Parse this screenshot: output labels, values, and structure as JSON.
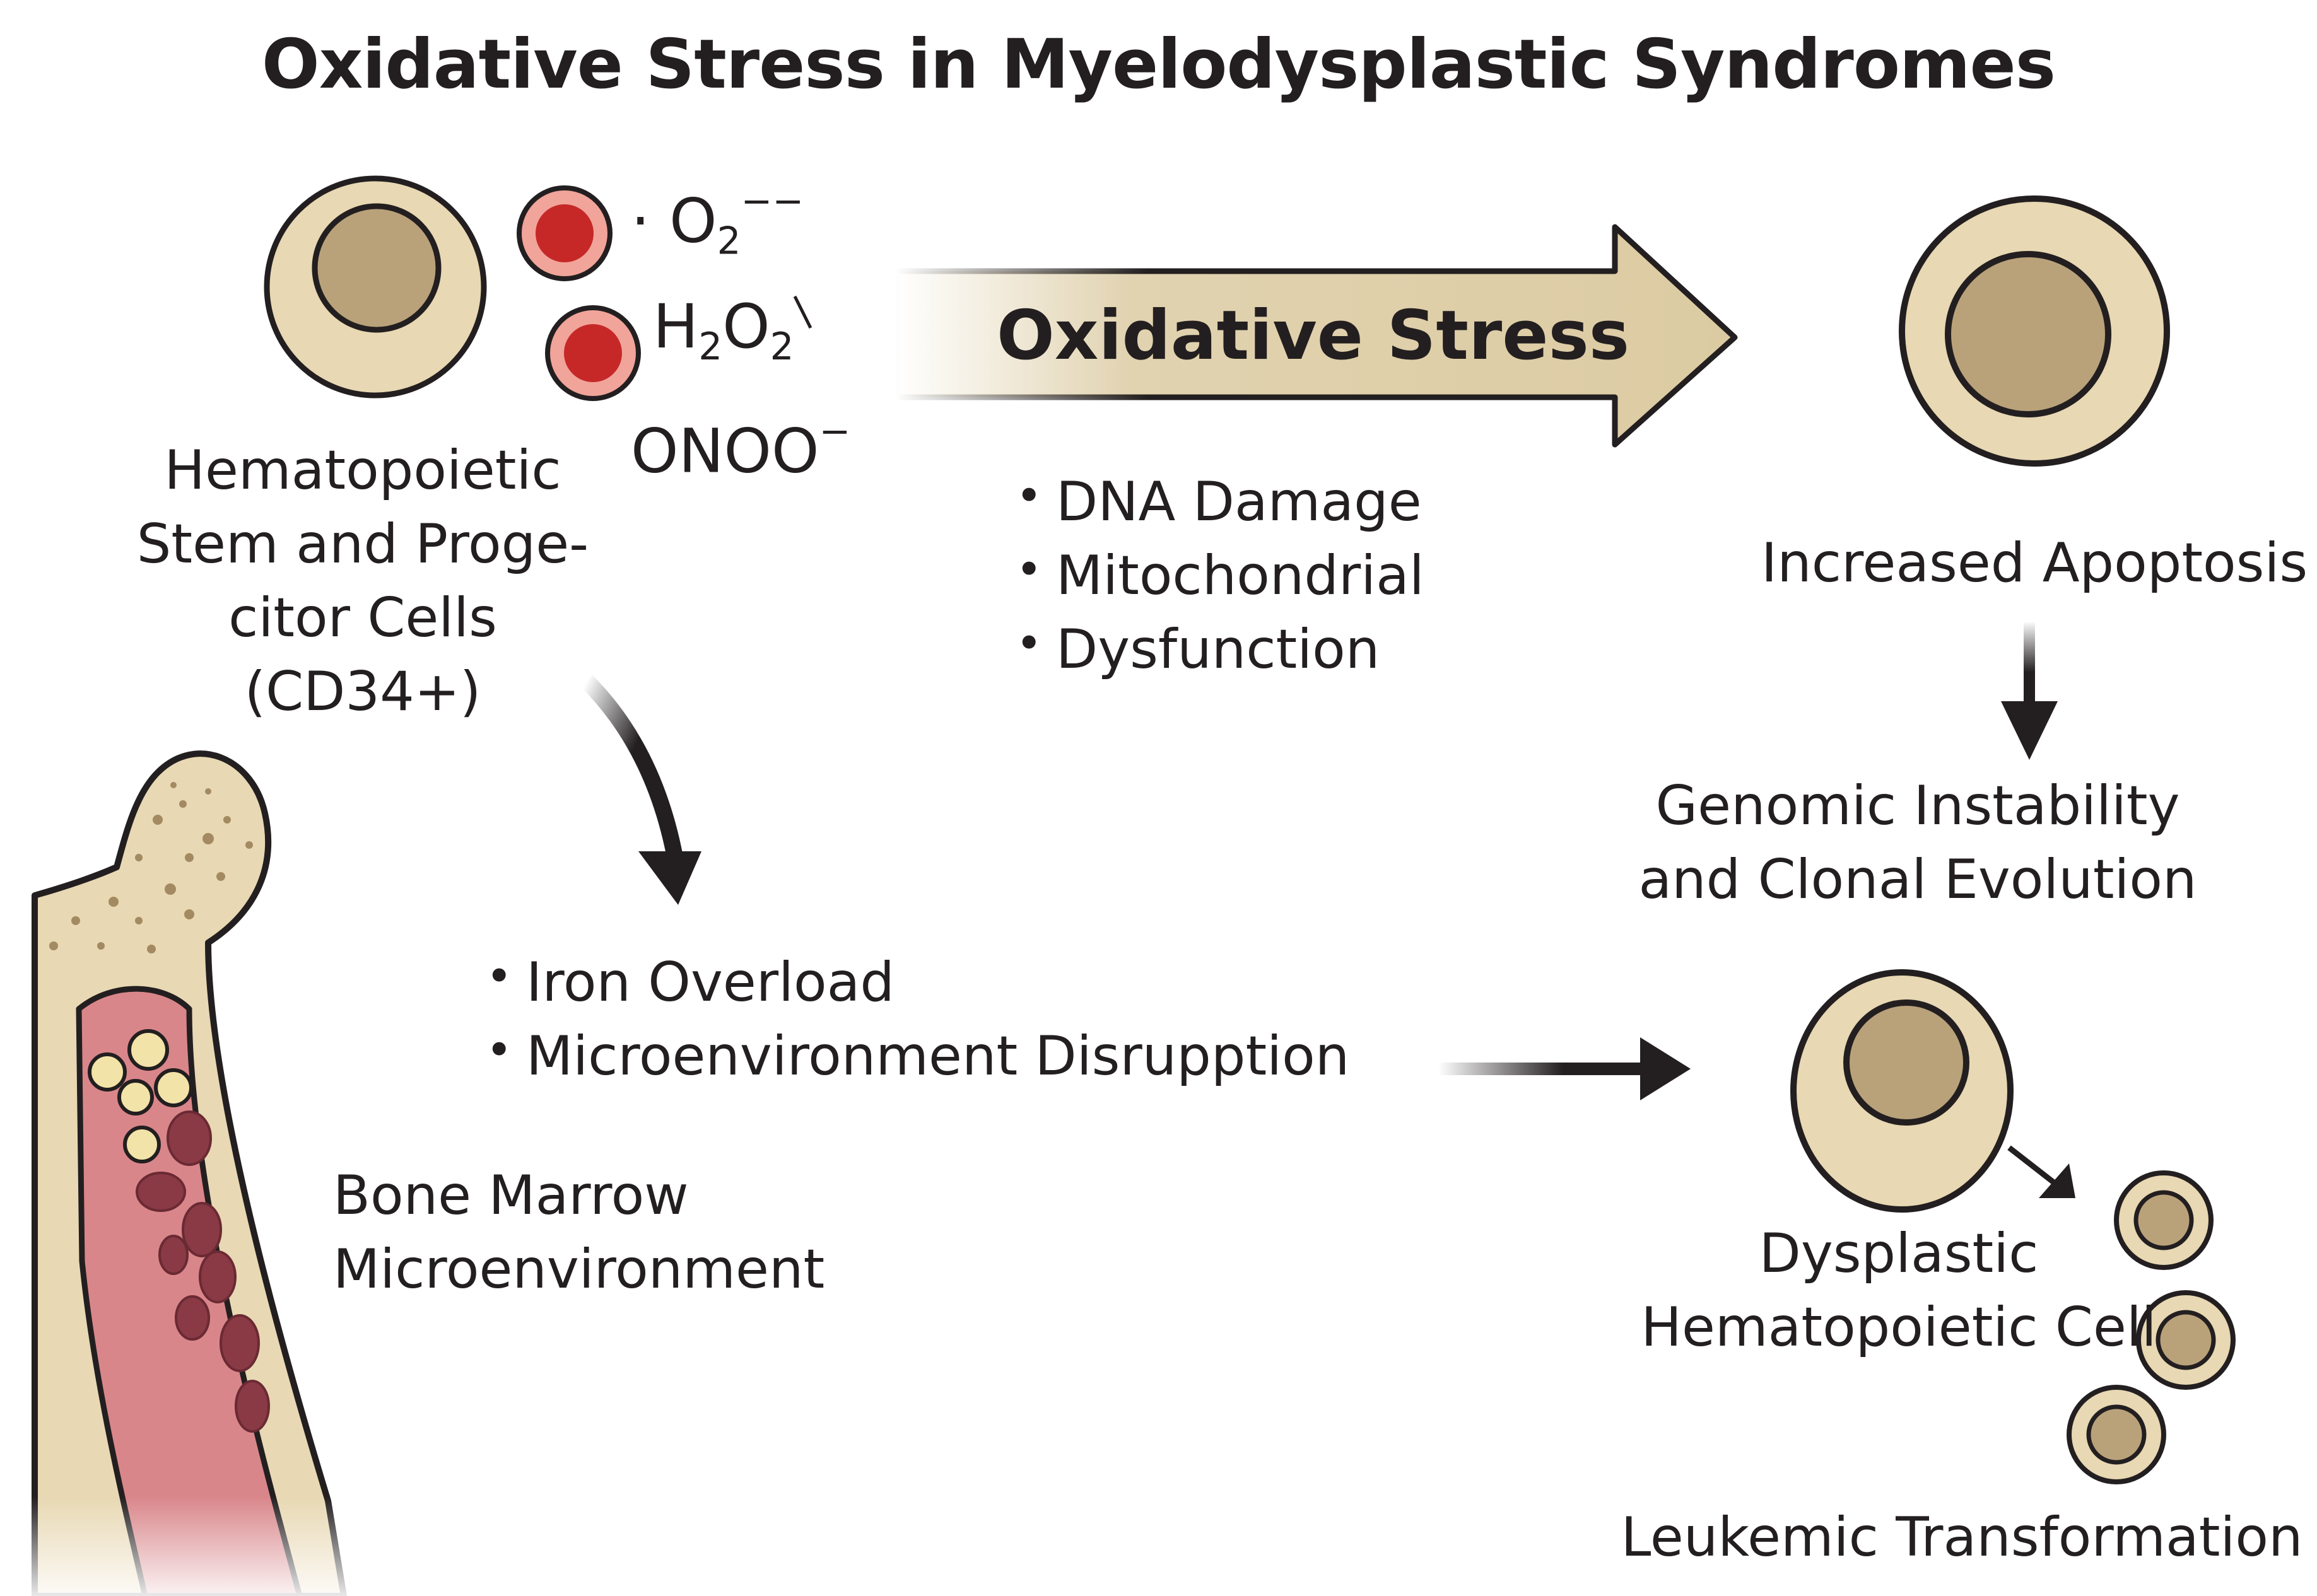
{
  "title": "Oxidative Stress in Myelodysplastic Syndromes",
  "hspc": {
    "lines": [
      "Hematopoietic",
      "Stem and Proge-",
      "citor Cells",
      "(CD34+)"
    ]
  },
  "ros": {
    "superoxide": {
      "prefix": "· O",
      "sub": "2",
      "sup": "−−"
    },
    "peroxide": {
      "base": "H",
      "sub1": "2",
      "mid": "O",
      "sub2": "2"
    },
    "peroxynitrite": {
      "base": "ONOO",
      "sup": "−"
    }
  },
  "stress_arrow": {
    "label": "Oxidative Stress"
  },
  "stress_effects": {
    "items": [
      "DNA Damage",
      "Mitochondrial",
      "Dysfunction"
    ]
  },
  "microenv_effects": {
    "items": [
      "Iron Overload",
      "Microenvironment Disrupption"
    ]
  },
  "bone_marrow": {
    "lines": [
      "Bone Marrow",
      "Microenvironment"
    ]
  },
  "apoptosis": {
    "label": "Increased Apoptosis"
  },
  "genomic": {
    "lines": [
      "Genomic Instability",
      "and Clonal Evolution"
    ]
  },
  "dysplastic": {
    "lines": [
      "Dysplastic",
      "Hematopoietic Cell"
    ]
  },
  "leukemic": {
    "label": "Leukemic Transformation"
  },
  "colors": {
    "cell_body": "#e8d8b3",
    "cell_nucleus": "#b9a27a",
    "outline": "#231f20",
    "ros_outer": "#f1a49a",
    "ros_inner": "#c62828",
    "arrow_fill": "#dccba2",
    "bone_fill": "#e8d8b3",
    "marrow_fill": "#d9868a",
    "rbc_fill": "#8a3a45",
    "fat_fill": "#f2e3a8"
  }
}
